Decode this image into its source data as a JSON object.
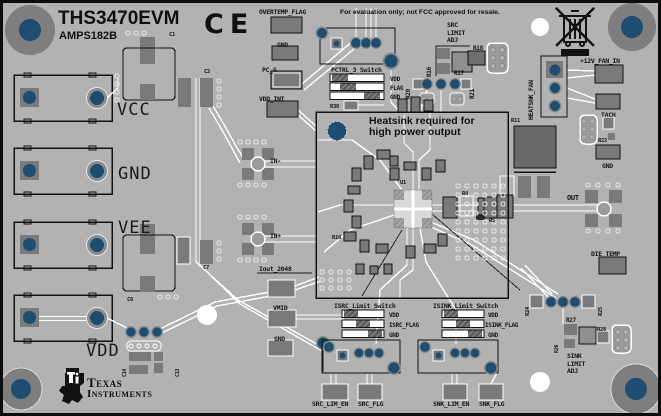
{
  "header": {
    "title": "THS3470EVM",
    "subtitle": "AMPS182B",
    "ce": "CE",
    "disclaimer": "For evaluation only; not FCC approved for resale."
  },
  "warning": {
    "line1": "Heatsink required for",
    "line2": "high power output"
  },
  "power_jacks": [
    {
      "label": "VCC"
    },
    {
      "label": "GND"
    },
    {
      "label": "VEE"
    },
    {
      "label": "VDD"
    }
  ],
  "test_points_top": [
    {
      "label": "OVERTEMP_FLAG"
    },
    {
      "label": "GND"
    },
    {
      "label": "PC_G"
    },
    {
      "label": "VDD_INT"
    }
  ],
  "pctrl_switch": {
    "title": "PCTRL_3 Switch",
    "rows": [
      "VDD",
      "FLAG",
      "GND"
    ],
    "r30": "R30"
  },
  "src_limit": {
    "line1": "SRC",
    "line2": "LIMIT",
    "line3": "ADJ",
    "r16": "R16",
    "r17": "R17",
    "r18": "R18",
    "r20": "R20",
    "r21": "R21"
  },
  "fan": {
    "header": "HEATSNK_FAN",
    "power": "+12V_FAN_IN",
    "tach": "TACH",
    "r22": "R22",
    "gnd": "GND"
  },
  "center": {
    "u1": "U1",
    "r4": "R4",
    "r5": "R5",
    "r11": "R11",
    "r16": "R16"
  },
  "io": {
    "in_neg": "IN-",
    "in_pos": "IN+",
    "iout": "Iout_2048",
    "vmid": "VMID",
    "gnd": "GND",
    "out": "OUT",
    "die_temp": "DIE_TEMP"
  },
  "limit_switches": {
    "src": {
      "title": "ISRC_Limit Switch",
      "rows": [
        "VDD",
        "ISRC_FLAG",
        "GND"
      ]
    },
    "sink": {
      "title": "ISINK_Limit Switch",
      "rows": [
        "VDD",
        "ISINK_FLAG",
        "GND"
      ]
    }
  },
  "bottom_pads": [
    {
      "label": "SRC_LIM_EN"
    },
    {
      "label": "SRC_FLG"
    },
    {
      "label": "SNK_LIM_EN"
    },
    {
      "label": "SNK_FLG"
    }
  ],
  "sink_limit": {
    "r24": "R24",
    "r25": "R25",
    "r26": "R26",
    "r27": "R27",
    "r28": "R28",
    "line1": "SINK",
    "line2": "LIMIT",
    "line3": "ADJ"
  },
  "caps": {
    "c1": "C1",
    "c2": "C2",
    "c6": "C6",
    "c7": "C7",
    "c13": "C13",
    "c14": "C14"
  },
  "logo": {
    "line1": "Texas",
    "line2": "Instruments"
  },
  "colors": {
    "board": "#b2b2b2",
    "pad": "#7a7a7a",
    "hole_blue": "#1d4d70",
    "silkscreen": "#ffffff",
    "ink": "#121212"
  }
}
